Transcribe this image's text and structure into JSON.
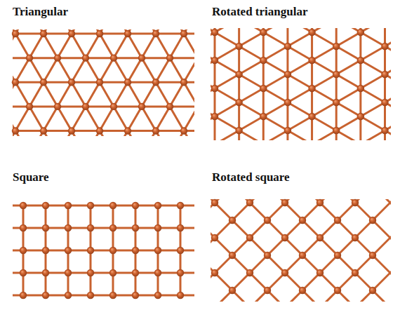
{
  "diagram": {
    "labels": [
      "Triangular",
      "Rotated triangular",
      "Square",
      "Rotated square"
    ]
  }
}
